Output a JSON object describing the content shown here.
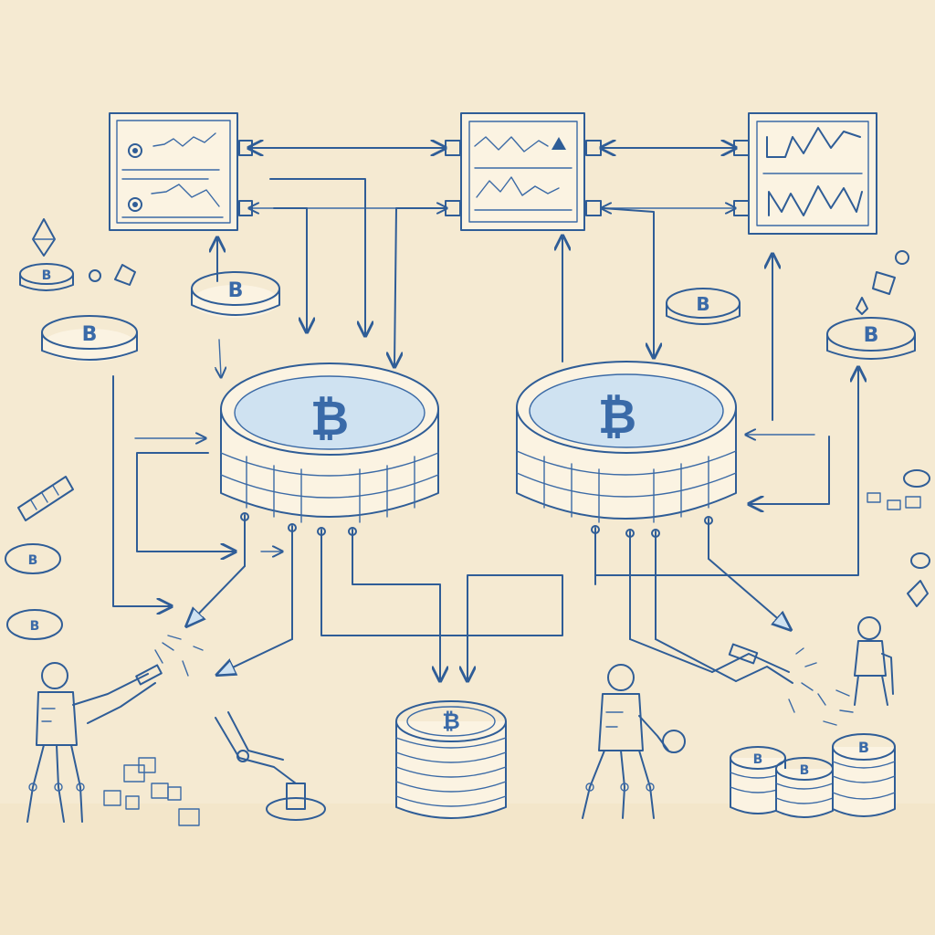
{
  "colors": {
    "paper": "#f5ead2",
    "ink": "#2f5d97",
    "wash": "#cfe2f1",
    "wash_deep": "#a9cbe6"
  },
  "icons": {
    "coin_glyph": "₿",
    "token_glyph": "B",
    "diamond": "ether-diamond-icon"
  },
  "components": {
    "monitors": 3,
    "liquidity_pools": 2,
    "robots": 2,
    "coin_stacks": 3
  }
}
